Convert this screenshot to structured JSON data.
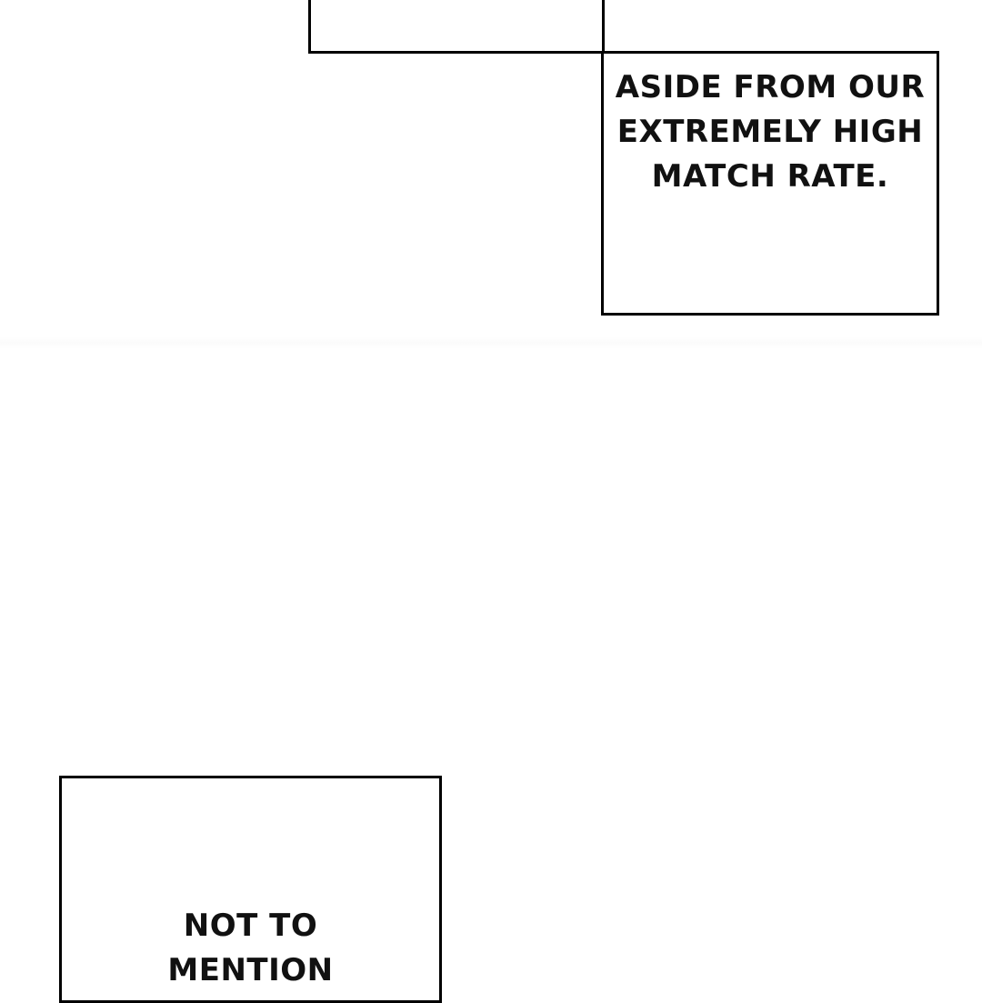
{
  "panels": {
    "top_caption": {
      "lines": [
        "ASIDE FROM OUR",
        "EXTREMELY HIGH",
        "MATCH RATE."
      ]
    },
    "bottom_caption": {
      "lines": [
        "NOT TO",
        "MENTION"
      ]
    }
  }
}
